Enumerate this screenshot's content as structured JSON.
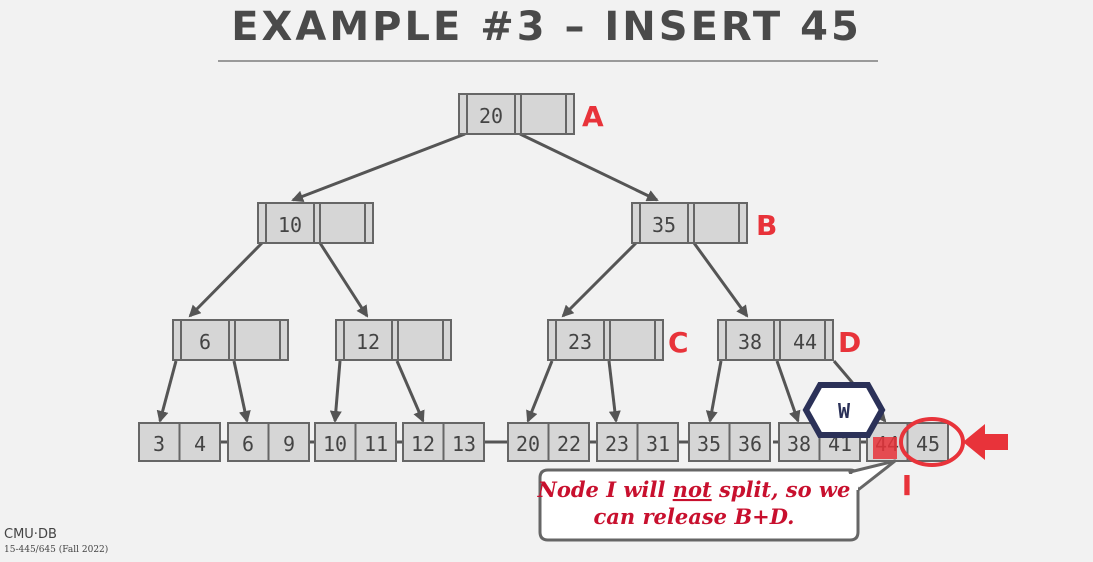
{
  "slide": {
    "title": "EXAMPLE #3 – INSERT 45",
    "footer_logo": "CMU·DB",
    "footer_course": "15-445/645 (Fall 2022)"
  },
  "colors": {
    "node_fill": "#d6d6d6",
    "node_stroke": "#666666",
    "arrow": "#555555",
    "accent_red": "#e8333a",
    "latch_navy": "#2b3158",
    "callout_text": "#c8102e"
  },
  "tree": {
    "inner_nodes": [
      {
        "id": "A",
        "keys": [
          "20",
          ""
        ],
        "label": "A"
      },
      {
        "id": "B",
        "keys": [
          "35",
          ""
        ],
        "label": "B"
      },
      {
        "id": "n10",
        "keys": [
          "10",
          ""
        ],
        "label": ""
      },
      {
        "id": "n6",
        "keys": [
          "6",
          ""
        ],
        "label": ""
      },
      {
        "id": "n12",
        "keys": [
          "12",
          ""
        ],
        "label": ""
      },
      {
        "id": "C",
        "keys": [
          "23",
          ""
        ],
        "label": "C"
      },
      {
        "id": "D",
        "keys": [
          "38",
          "44"
        ],
        "label": "D"
      }
    ],
    "leaves": [
      {
        "id": "L1",
        "keys": [
          "3",
          "4"
        ]
      },
      {
        "id": "L2",
        "keys": [
          "6",
          "9"
        ]
      },
      {
        "id": "L3",
        "keys": [
          "10",
          "11"
        ]
      },
      {
        "id": "L4",
        "keys": [
          "12",
          "13"
        ]
      },
      {
        "id": "L5",
        "keys": [
          "20",
          "22"
        ]
      },
      {
        "id": "L6",
        "keys": [
          "23",
          "31"
        ]
      },
      {
        "id": "L7",
        "keys": [
          "35",
          "36"
        ]
      },
      {
        "id": "L8",
        "keys": [
          "38",
          "41"
        ]
      },
      {
        "id": "I",
        "keys": [
          "44",
          "45"
        ],
        "label": "I"
      }
    ]
  },
  "latch": {
    "label": "W"
  },
  "callout": {
    "line1": "Node I will ",
    "emph": "not",
    "line1_rest": " split, so we",
    "line2": "can release B+D."
  }
}
